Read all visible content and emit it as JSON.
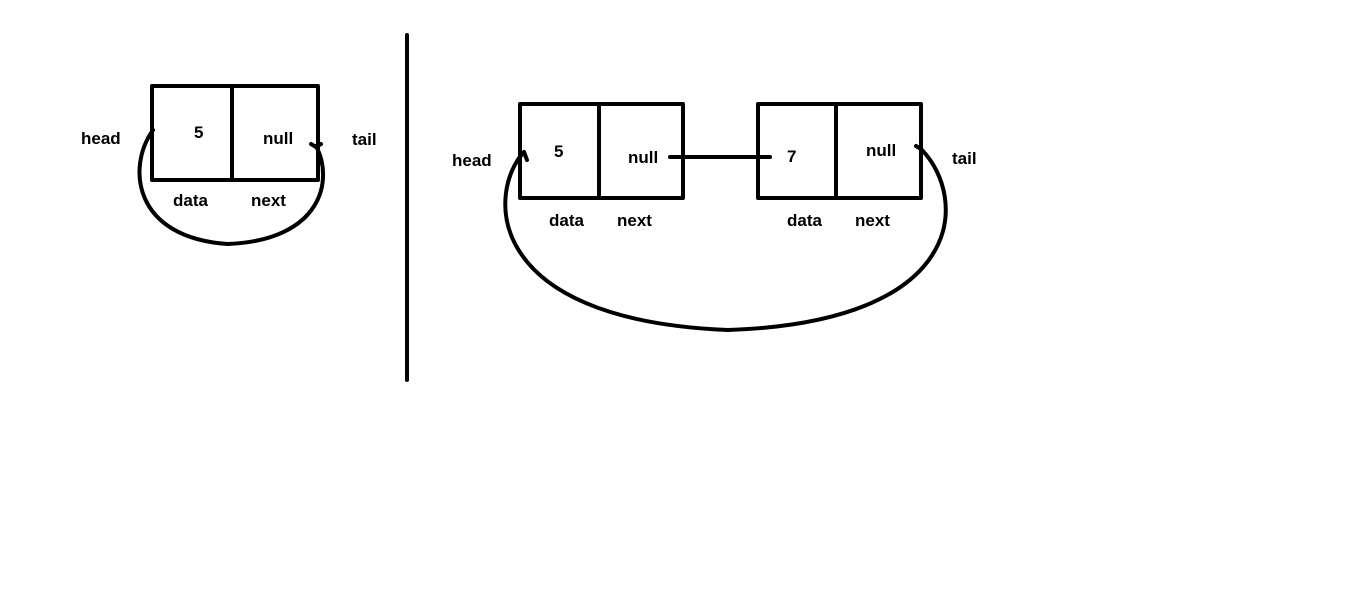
{
  "stroke_color": "#000000",
  "background_color": "#ffffff",
  "left_diagram": {
    "head_label": "head",
    "tail_label": "tail",
    "node": {
      "data_value": "5",
      "next_value": "null",
      "data_caption": "data",
      "next_caption": "next"
    }
  },
  "right_diagram": {
    "head_label": "head",
    "tail_label": "tail",
    "nodes": [
      {
        "data_value": "5",
        "next_value": "null",
        "data_caption": "data",
        "next_caption": "next"
      },
      {
        "data_value": "7",
        "next_value": "null",
        "data_caption": "data",
        "next_caption": "next"
      }
    ]
  }
}
